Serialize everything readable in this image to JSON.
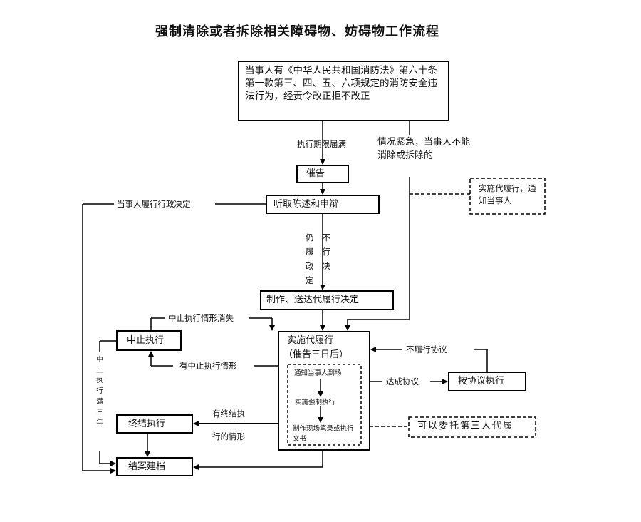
{
  "title": "强制清除或者拆除相关障碍物、妨碍物工作流程",
  "nodes": {
    "start": "当事人有《中华人民共和国消防法》第六十条第一款第三、四、五、六项规定的消防安全违法行为，经责令改正拒不改正",
    "urge": "催告",
    "hearing": "听取陈述和申辩",
    "decision": "制作、送达代履行决定",
    "implement_title": "实施代履行",
    "implement_sub": "（催告三日后）",
    "notify_party": "通知当事人到场",
    "enforce": "实施强制执行",
    "record": "制作现场笔录或执行文书",
    "suspend": "中止执行",
    "terminate": "终结执行",
    "archive": "结案建档",
    "agreement": "按协议执行",
    "emergency_box": "实施代履行，通知当事人",
    "third_party": "可以委托第三人代履"
  },
  "labels": {
    "deadline": "执行期限届满",
    "emergency": "情况紧急，当事人不能消除或拆除的",
    "complied": "当事人履行行政决定",
    "still_not": "仍不履行政决定",
    "suspend_gone": "中止执行情形消失",
    "has_suspend": "有中止执行情形",
    "not_perform": "不履行协议",
    "reach_agreement": "达成协议",
    "has_terminate_1": "有终结执",
    "has_terminate_2": "行的情形",
    "suspend_3yr": "中止执行满三年"
  }
}
